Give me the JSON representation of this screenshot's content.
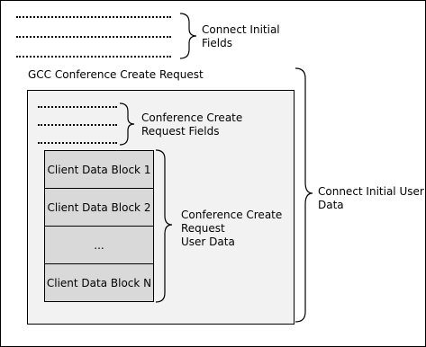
{
  "connect_initial": {
    "fields_label_line1": "Connect Initial",
    "fields_label_line2": "Fields",
    "user_data_label_line1": "Connect Initial User",
    "user_data_label_line2": "Data"
  },
  "gcc": {
    "title": "GCC Conference Create Request",
    "fields_label_line1": "Conference Create",
    "fields_label_line2": "Request Fields",
    "user_data_label_line1": "Conference Create",
    "user_data_label_line2": "Request",
    "user_data_label_line3": "User Data"
  },
  "client_data_blocks": [
    "Client Data Block 1",
    "Client Data Block 2",
    "...",
    "Client Data Block N"
  ]
}
